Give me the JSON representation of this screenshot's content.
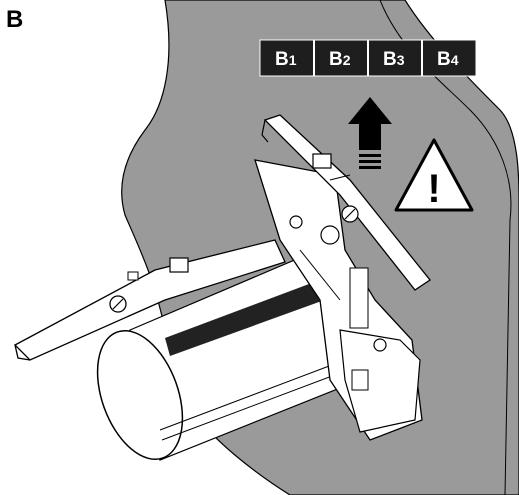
{
  "figure": {
    "label": "B",
    "positions": [
      {
        "main": "B",
        "sub": "1"
      },
      {
        "main": "B",
        "sub": "2"
      },
      {
        "main": "B",
        "sub": "3"
      },
      {
        "main": "B",
        "sub": "4"
      }
    ],
    "warning_symbol": "!",
    "icons": {
      "arrow": "up-arrow-icon",
      "warning": "warning-triangle-icon"
    },
    "colors": {
      "badge_bg": "#1e1e1e",
      "wall_fill": "#9a9a9a",
      "part_fill": "#ffffff",
      "stroke": "#000000"
    }
  }
}
